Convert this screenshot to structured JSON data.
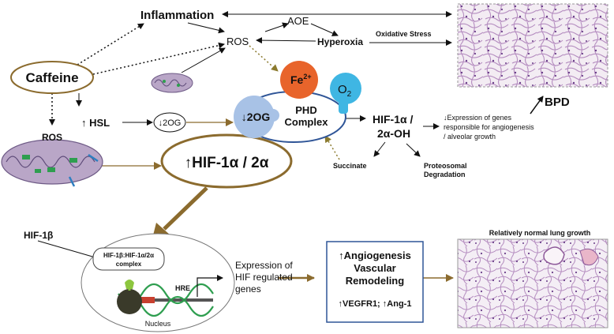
{
  "nodes": {
    "inflammation": "Inflammation",
    "aoe": "AOE",
    "ros_top": "ROS",
    "hyperoxia": "Hyperoxia",
    "oxidative_stress": "Oxidative Stress",
    "caffeine": "Caffeine",
    "hsl": "↑ HSL",
    "two_og_small": "↓2OG",
    "ros_mito": "ROS",
    "fe": "Fe",
    "fe_sup": "2+",
    "o2": "O",
    "o2_sub": "2",
    "two_og_big": "↓2OG",
    "phd_line1": "PHD",
    "phd_line2": "Complex",
    "hif_oh_line1": "HIF-1α /",
    "hif_oh_line2": "2α-OH",
    "expression_genes_1": "↓Expression of genes",
    "expression_genes_2": "responsible for angiogenesis",
    "expression_genes_3": "/ alveolar growth",
    "bpd": "BPD",
    "succinate": "Succinate",
    "proteosomal_1": "Proteosomal",
    "proteosomal_2": "Degradation",
    "hif_up": "↑HIF-1α / 2α",
    "hif1b": "HIF-1β",
    "complex_1": "HIF-1β:HIF-1α/2α",
    "complex_2": "complex",
    "hre": "HRE",
    "nucleus": "Nucleus",
    "expr_hif_1": "Expression of",
    "expr_hif_2": "HIF regulated",
    "expr_hif_3": "genes",
    "angio_1": "↑Angiogenesis",
    "angio_2": "Vascular",
    "angio_3": "Remodeling",
    "angio_4": "↑VEGFR1; ↑Ang-1",
    "normal_lung": "Relatively normal lung growth"
  },
  "colors": {
    "caffeine_border": "#8B6B2E",
    "arrow_gold": "#8B6B2E",
    "fe_fill": "#E8642B",
    "o2_fill": "#3FB6E3",
    "og_fill": "#A8C2E6",
    "phd_border": "#2F5597",
    "angio_border": "#2F5597",
    "tissue_bg": "#F3ECF3",
    "tissue_lines": "#B58DC0",
    "tissue_dots": "#6B3F8A",
    "mito_fill": "#B9A6C7",
    "dna_green": "#2E9E4F",
    "dna_dark": "#3A3A2A"
  },
  "icons": [
    "mitochondrion-icon",
    "dna-helix-icon",
    "lung-tissue-image"
  ]
}
